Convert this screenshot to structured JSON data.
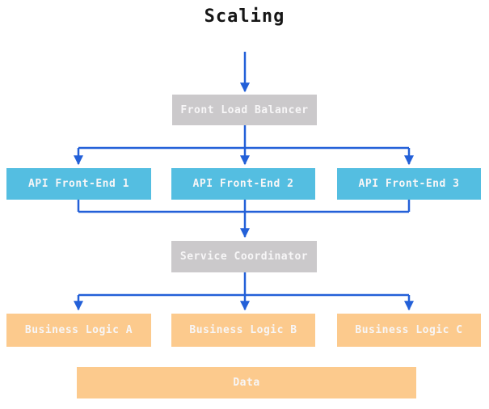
{
  "title": "Scaling",
  "colors": {
    "arrow": "#2360d8",
    "node_gray": "#cbc9cb",
    "node_blue": "#54bee1",
    "node_orange": "#fcca8d",
    "node_text": "#f7f6f7",
    "title_text": "#161616"
  },
  "nodes": {
    "front_load_balancer": "Front Load Balancer",
    "api_front_end_1": "API Front-End 1",
    "api_front_end_2": "API Front-End 2",
    "api_front_end_3": "API Front-End 3",
    "service_coordinator": "Service Coordinator",
    "business_logic_a": "Business Logic A",
    "business_logic_b": "Business Logic B",
    "business_logic_c": "Business Logic C",
    "data": "Data"
  },
  "edges": [
    {
      "from": "start",
      "to": "Front Load Balancer"
    },
    {
      "from": "Front Load Balancer",
      "to": "API Front-End 1"
    },
    {
      "from": "Front Load Balancer",
      "to": "API Front-End 2"
    },
    {
      "from": "Front Load Balancer",
      "to": "API Front-End 3"
    },
    {
      "from": "API Front-End 1",
      "to": "Service Coordinator"
    },
    {
      "from": "API Front-End 2",
      "to": "Service Coordinator"
    },
    {
      "from": "API Front-End 3",
      "to": "Service Coordinator"
    },
    {
      "from": "Service Coordinator",
      "to": "Business Logic A"
    },
    {
      "from": "Service Coordinator",
      "to": "Business Logic B"
    },
    {
      "from": "Service Coordinator",
      "to": "Business Logic C"
    }
  ]
}
